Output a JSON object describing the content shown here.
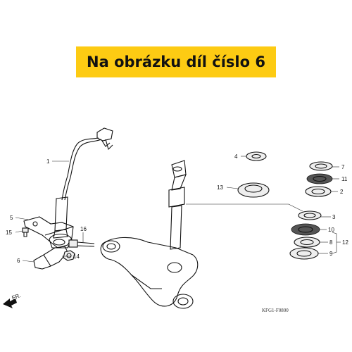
{
  "banner": {
    "text": "Na obrázku díl číslo 6",
    "color": "#fdcb13"
  },
  "diagram_code": "KFG1-F0800",
  "front_arrow": "FR.",
  "callouts": {
    "c1": "1",
    "c2": "2",
    "c3": "3",
    "c4": "4",
    "c5": "5",
    "c6": "6",
    "c7": "7",
    "c8": "8",
    "c9": "9",
    "c10": "10",
    "c11": "11",
    "c12": "12",
    "c13": "13",
    "c14": "14",
    "c15": "15",
    "c16": "16"
  }
}
